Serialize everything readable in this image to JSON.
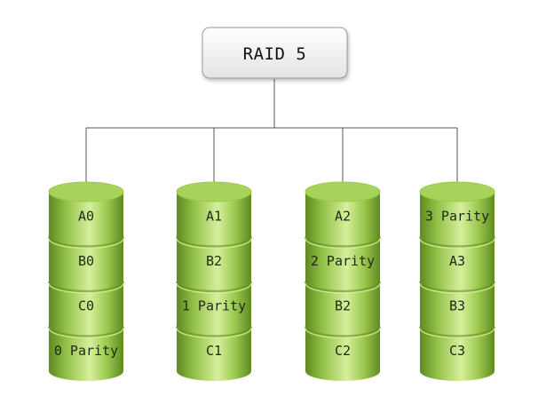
{
  "root": {
    "label": "RAID 5"
  },
  "disks": [
    {
      "segments": [
        "A0",
        "B0",
        "C0",
        "0 Parity"
      ]
    },
    {
      "segments": [
        "A1",
        "B2",
        "1 Parity",
        "C1"
      ]
    },
    {
      "segments": [
        "A2",
        "2 Parity",
        "B2",
        "C2"
      ]
    },
    {
      "segments": [
        "3 Parity",
        "A3",
        "B3",
        "C3"
      ]
    }
  ],
  "colors": {
    "disk_light": "#d7ef9c",
    "disk_mid": "#9cc94e",
    "disk_dark": "#5f8a22",
    "disk_top": "#a6d35a",
    "connector": "#555555",
    "box_border": "#9a9a9a"
  }
}
